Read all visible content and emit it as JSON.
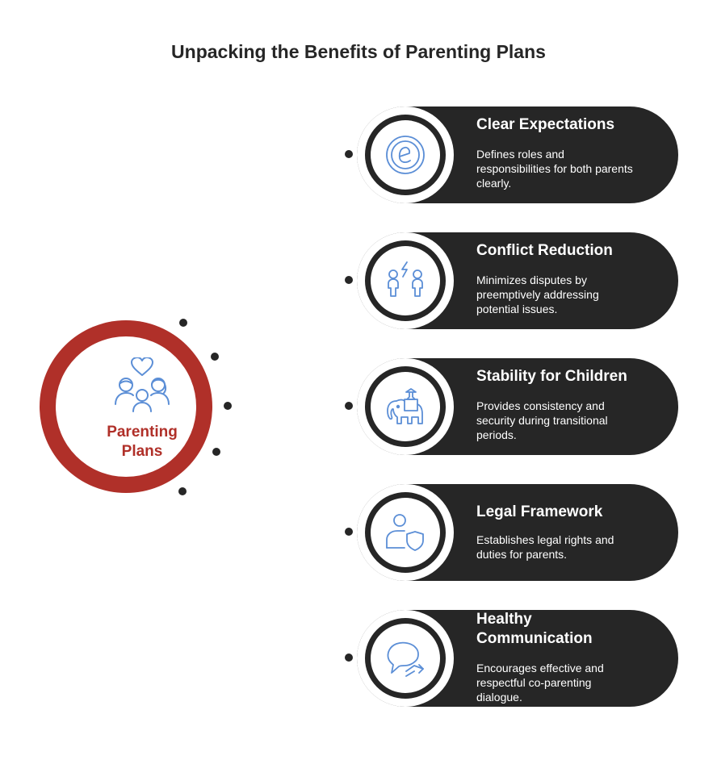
{
  "title": "Unpacking the Benefits of Parenting Plans",
  "hub": {
    "label_line1": "Parenting",
    "label_line2": "Plans",
    "icon": "family-heart-icon",
    "color": "#b03029"
  },
  "colors": {
    "card_bg": "#262626",
    "icon_stroke": "#5b8ed6"
  },
  "benefits": [
    {
      "title": "Clear Expectations",
      "description": "Defines roles and responsibilities for both parents clearly.",
      "icon": "expectation-coin-icon"
    },
    {
      "title": "Conflict Reduction",
      "description": "Minimizes disputes by preemptively addressing potential issues.",
      "icon": "conflict-people-icon"
    },
    {
      "title": "Stability for Children",
      "description": "Provides consistency and security during transitional periods.",
      "icon": "elephant-icon"
    },
    {
      "title": "Legal Framework",
      "description": "Establishes legal rights and duties for parents.",
      "icon": "person-shield-icon"
    },
    {
      "title": "Healthy Communication",
      "description": "Encourages effective and respectful co-parenting dialogue.",
      "icon": "speech-bubble-icon"
    }
  ]
}
